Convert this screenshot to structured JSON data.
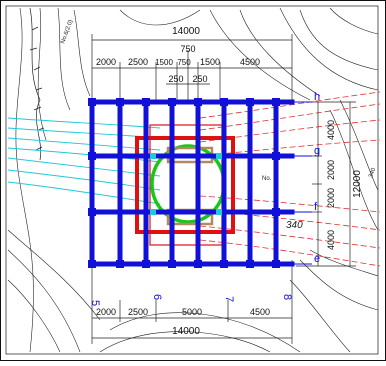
{
  "drawing": {
    "dims_top": {
      "total": "14000",
      "sub_750": "750",
      "sub_250a": "250",
      "sub_250b": "250",
      "segments": [
        "2000",
        "2500",
        "1500",
        "750",
        "1500",
        "4500"
      ]
    },
    "dims_bottom": {
      "segments": [
        "2000",
        "2500",
        "5000",
        "4500"
      ],
      "total": "14000"
    },
    "dims_right": {
      "segments": [
        "4000",
        "2000",
        "2000",
        "4000"
      ],
      "total": "12000"
    },
    "grid_labels": {
      "rows": [
        "h",
        "g",
        "f",
        "e"
      ],
      "cols": [
        "5",
        "6",
        "7",
        "8"
      ]
    },
    "contour_labels": [
      "340",
      "No.",
      "No.6(2.0)",
      "340"
    ],
    "colors": {
      "pile_grid": "#1010d8",
      "pier_outline": "#e01010",
      "shaft": "#18c818",
      "contour_red": "#e03030",
      "contour_cyan": "#20c8d8",
      "contour_black": "#222222",
      "brace": "#b08a60"
    }
  }
}
